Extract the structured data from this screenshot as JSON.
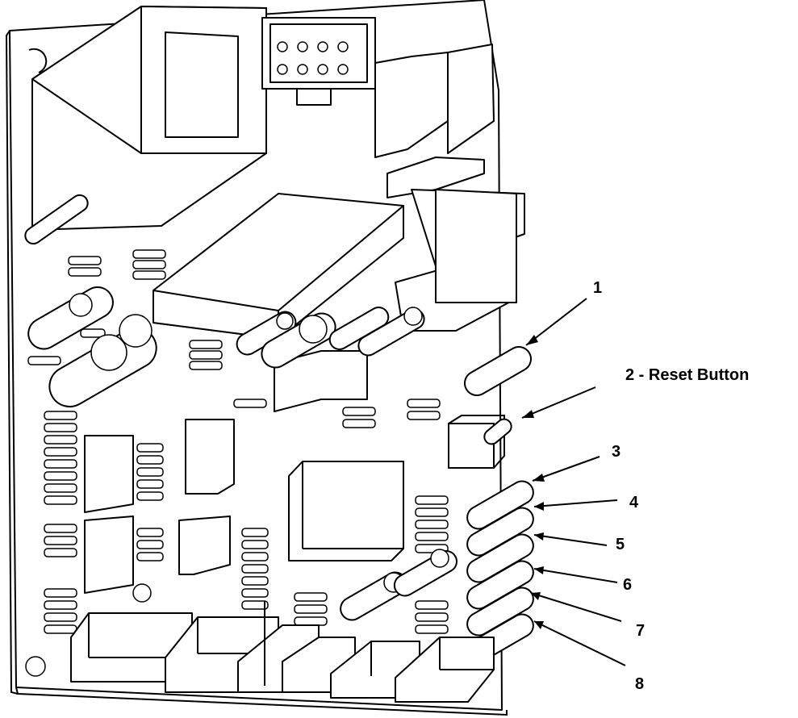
{
  "diagram": {
    "callouts": [
      {
        "id": "1",
        "label": "1"
      },
      {
        "id": "2",
        "label": "2 - Reset Button"
      },
      {
        "id": "3",
        "label": "3"
      },
      {
        "id": "4",
        "label": "4"
      },
      {
        "id": "5",
        "label": "5"
      },
      {
        "id": "6",
        "label": "6"
      },
      {
        "id": "7",
        "label": "7"
      },
      {
        "id": "8",
        "label": "8"
      }
    ],
    "colors": {
      "line": "#000000",
      "fill": "#ffffff"
    }
  }
}
